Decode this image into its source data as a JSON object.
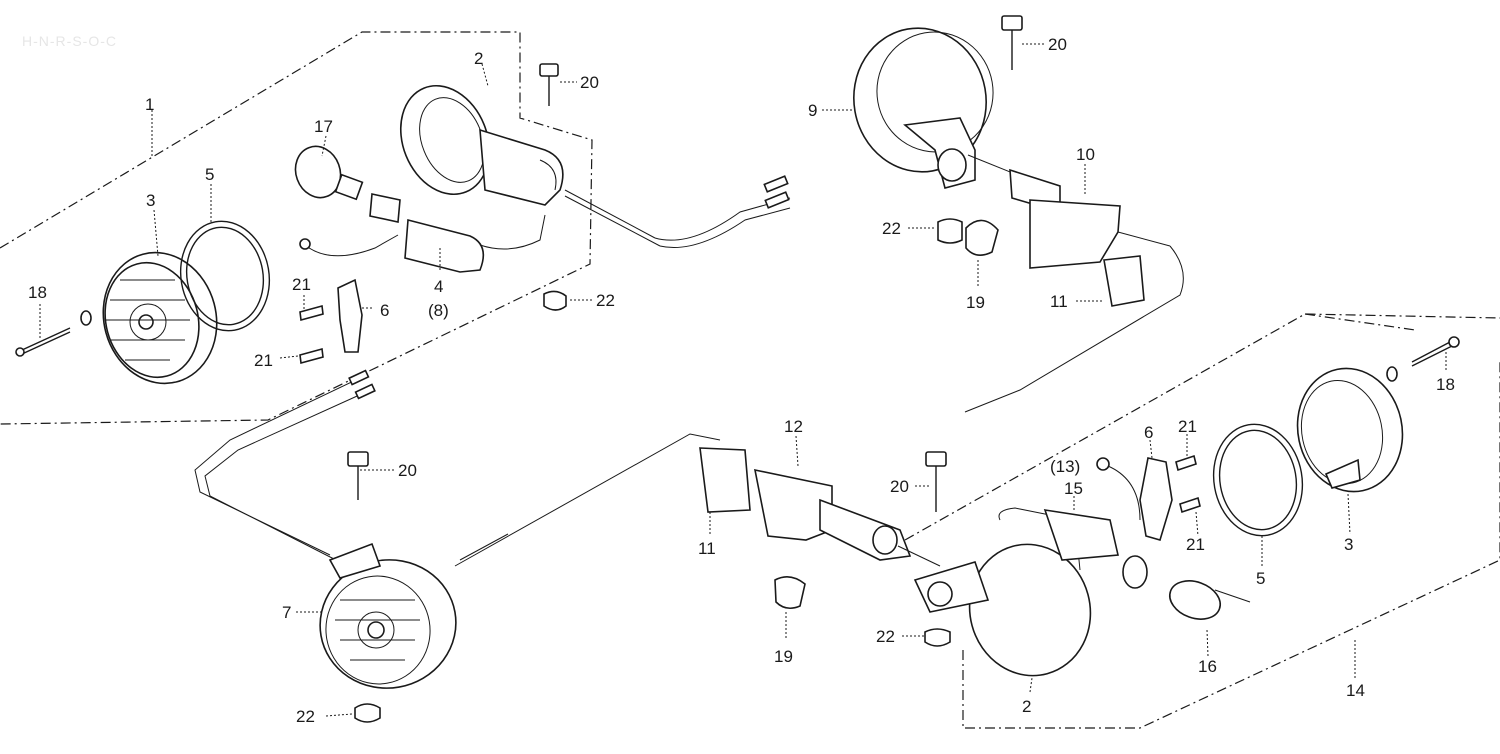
{
  "header": {
    "faint_code": "H-N-R-S-O-C"
  },
  "callouts": {
    "c1": "1",
    "c2_top": "2",
    "c2_bottom": "2",
    "c3_left": "3",
    "c3_right": "3",
    "c4": "4",
    "c4_sub": "(8)",
    "c5_left": "5",
    "c5_right": "5",
    "c6_left": "6",
    "c6_right": "6",
    "c7": "7",
    "c9": "9",
    "c10": "10",
    "c11_right": "11",
    "c11_mid": "11",
    "c12": "12",
    "c13": "(13)",
    "c14": "14",
    "c15": "15",
    "c16": "16",
    "c17": "17",
    "c18_left": "18",
    "c18_right": "18",
    "c19_top": "19",
    "c19_bottom": "19",
    "c20_a": "20",
    "c20_b": "20",
    "c20_c": "20",
    "c20_d": "20",
    "c21_a": "21",
    "c21_b": "21",
    "c21_c": "21",
    "c21_d": "21",
    "c22_a": "22",
    "c22_b": "22",
    "c22_c": "22",
    "c22_d": "22"
  }
}
